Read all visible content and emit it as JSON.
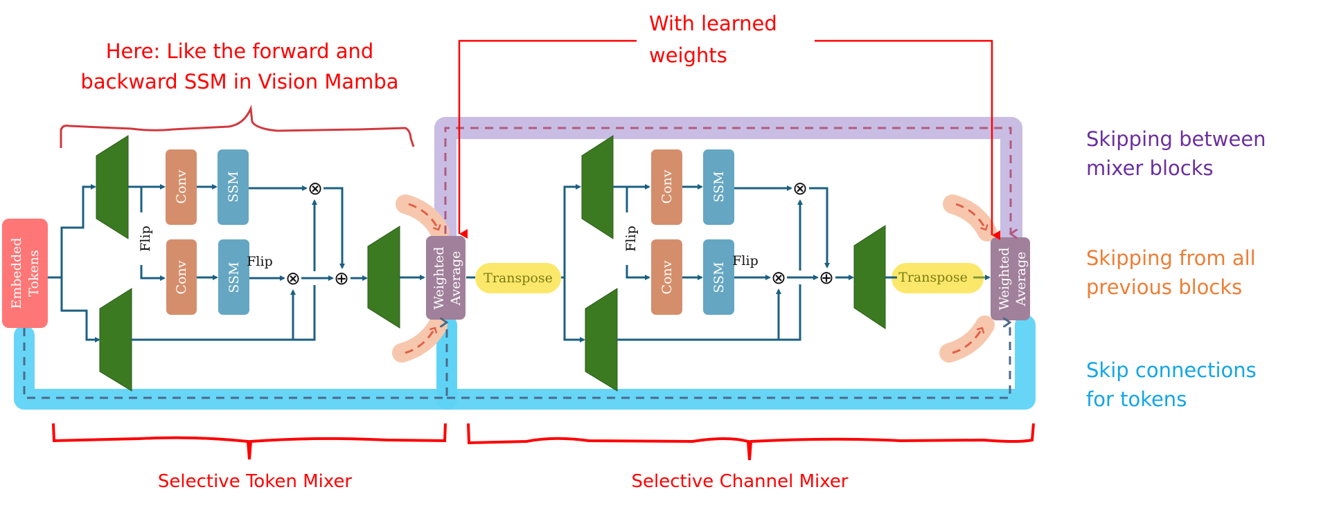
{
  "annotations": {
    "top_left": {
      "line1": "Here: Like the forward and",
      "line2": "backward SSM in Vision Mamba"
    },
    "top_center": {
      "line1": "With learned",
      "line2": "weights"
    },
    "bottom_left": "Selective Token Mixer",
    "bottom_right": "Selective Channel Mixer"
  },
  "legend": [
    {
      "line1": "Skipping between",
      "line2": "mixer blocks",
      "color": "#6a2f9e"
    },
    {
      "line1": "Skipping from all",
      "line2": "previous blocks",
      "color": "#ee7d35"
    },
    {
      "line1": "Skip connections",
      "line2": "for tokens",
      "color": "#13a5e6"
    }
  ],
  "blocks": {
    "embedded_tokens": {
      "line1": "Embedded",
      "line2": "Tokens"
    },
    "conv": "Conv",
    "ssm": "SSM",
    "flip": "Flip",
    "multiply": "⊗",
    "add": "⊕",
    "weighted_average": {
      "line1": "Weighted",
      "line2": "Average"
    },
    "transpose": "Transpose"
  },
  "colors": {
    "annotation_red": "#ff0000",
    "embedded_tokens": "#ff7676",
    "conv": "#d58e6b",
    "ssm": "#65a6c2",
    "projection": "#3c7a22",
    "weighted_average": "#a0809a",
    "transpose": "#fbe86a",
    "flow": "#1b5f82",
    "skip_mixer_highlight": "#c9bde3",
    "skip_mixer_dash": "#b05a82",
    "skip_previous_highlight": "#f7c7ad",
    "skip_previous_dash": "#e06048",
    "skip_tokens_highlight": "#5fd3f5",
    "skip_tokens_dash": "#4a6a8a"
  }
}
